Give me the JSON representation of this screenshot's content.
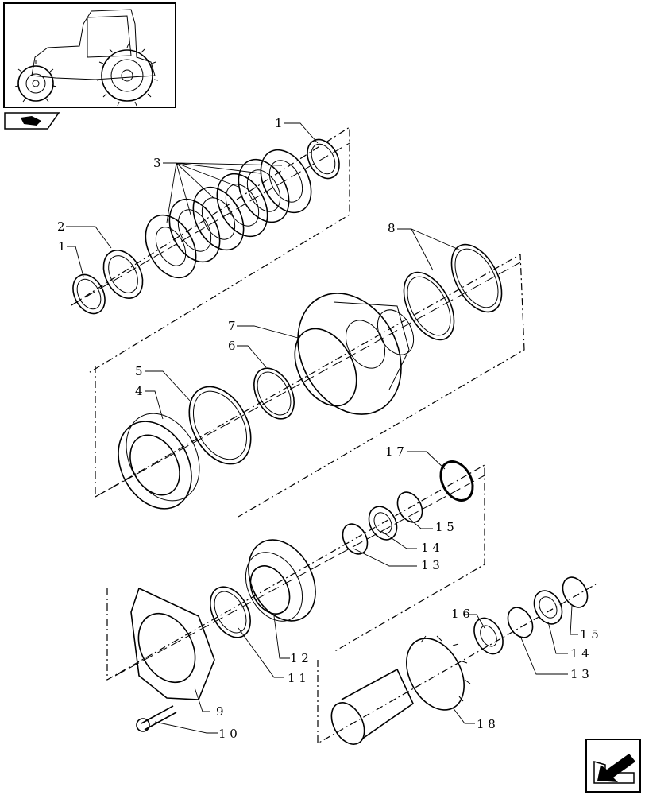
{
  "callouts": [
    {
      "id": "c1a",
      "text": "1"
    },
    {
      "id": "c1b",
      "text": "1"
    },
    {
      "id": "c2",
      "text": "2"
    },
    {
      "id": "c3",
      "text": "3"
    },
    {
      "id": "c4",
      "text": "4"
    },
    {
      "id": "c5",
      "text": "5"
    },
    {
      "id": "c6",
      "text": "6"
    },
    {
      "id": "c7",
      "text": "7"
    },
    {
      "id": "c8",
      "text": "8"
    },
    {
      "id": "c9",
      "text": "9"
    },
    {
      "id": "c10",
      "text": "1 0"
    },
    {
      "id": "c11",
      "text": "1 1"
    },
    {
      "id": "c12",
      "text": "1 2"
    },
    {
      "id": "c13a",
      "text": "1 3"
    },
    {
      "id": "c13b",
      "text": "1 3"
    },
    {
      "id": "c14a",
      "text": "1 4"
    },
    {
      "id": "c14b",
      "text": "1 4"
    },
    {
      "id": "c15a",
      "text": "1 5"
    },
    {
      "id": "c15b",
      "text": "1 5"
    },
    {
      "id": "c16",
      "text": "1 6"
    },
    {
      "id": "c17",
      "text": "1 7"
    },
    {
      "id": "c18",
      "text": "1 8"
    }
  ],
  "icons": {
    "thumbnail": "tractor-thumbnail-icon",
    "section": "section-book-icon",
    "nav": "next-page-arrow-icon"
  }
}
